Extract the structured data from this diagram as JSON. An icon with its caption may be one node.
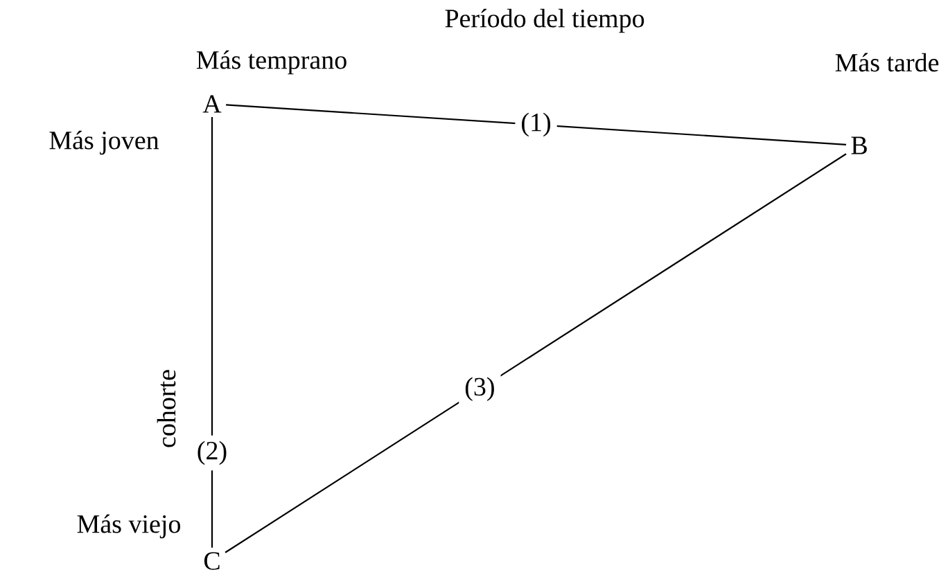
{
  "diagram": {
    "title": "Período del tiempo",
    "nodes": [
      {
        "text": [
          "A"
        ]
      },
      {
        "text": [
          "B"
        ]
      },
      {
        "text": [
          "C"
        ]
      }
    ],
    "edges": [
      {
        "from": 0,
        "to": 1,
        "arrow": "none",
        "label": "(1)"
      },
      {
        "from": 0,
        "to": 2,
        "arrow": "none",
        "label": "(2)"
      },
      {
        "from": 1,
        "to": 2,
        "arrow": "none",
        "label": "(3)"
      }
    ],
    "labels": [
      "Más temprano",
      "Más tarde",
      "Más joven",
      "cohorte",
      "Más viejo"
    ]
  }
}
